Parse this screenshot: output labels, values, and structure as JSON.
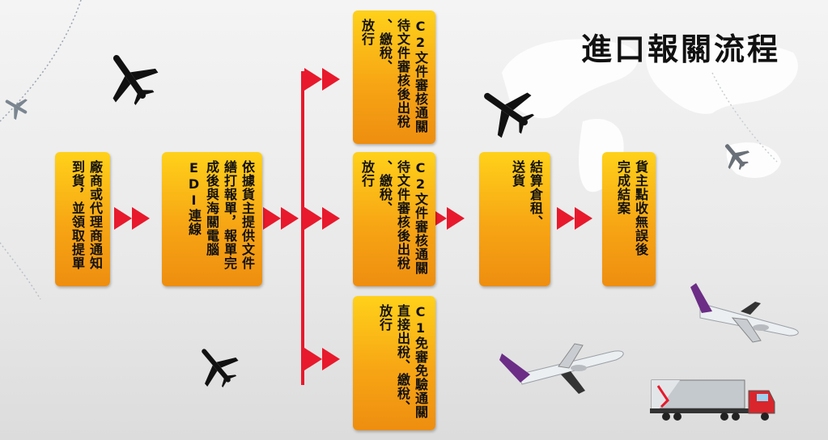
{
  "title": "進口報關流程",
  "steps": {
    "step1": "廠商或代理商通知\n到貨，並領取提單",
    "step2": "依據貨主提供文件\n繕打報單，報單完\n成後與海關電腦\nEDI連線",
    "c2_top": "C2文件審核通關\n待文件審核後出稅\n、繳稅、\n放行",
    "c2_mid": "C2文件審核通關\n待文件審核後出稅\n、繳稅、\n放行",
    "c1": "C1免審免驗通關\n直接出稅、繳稅、\n放行",
    "step4": "結算倉租、\n送貨",
    "step5": "貨主點收無誤後\n完成結案"
  },
  "colors": {
    "box_top": "#ffd11a",
    "box_bottom": "#ee8e10",
    "arrow": "#e8192c",
    "plane_purple": "#6b2d86"
  }
}
